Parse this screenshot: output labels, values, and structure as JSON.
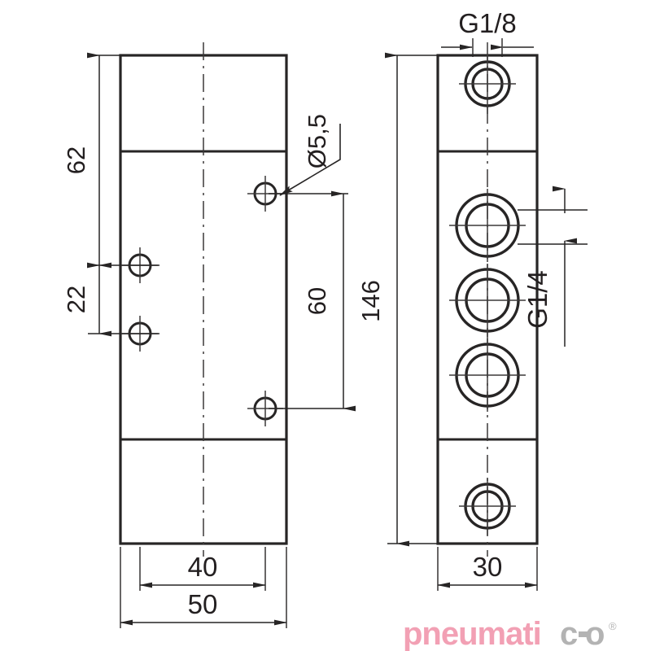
{
  "drawing": {
    "type": "engineering-orthographic-drawing",
    "subject": "pneumatic valve body",
    "views": [
      {
        "name": "front-view",
        "position": "left"
      },
      {
        "name": "side-view",
        "position": "right"
      }
    ],
    "line_color": "#272525",
    "background_color": "#ffffff"
  },
  "dimensions": {
    "front_view": {
      "height_top_segment": "62",
      "hole_spacing_vertical": "22",
      "hole_diameter": "Ø5,5",
      "hole_vertical_span": "60",
      "inner_width": "40",
      "overall_width": "50"
    },
    "side_view": {
      "overall_height": "146",
      "overall_width": "30",
      "top_port_thread": "G1/8",
      "main_port_thread": "G1/4"
    }
  },
  "labels": [
    {
      "id": "dim-62",
      "text": "62",
      "orientation": "vertical"
    },
    {
      "id": "dim-22",
      "text": "22",
      "orientation": "vertical"
    },
    {
      "id": "dim-d55",
      "text": "Ø5,5",
      "orientation": "vertical"
    },
    {
      "id": "dim-60",
      "text": "60",
      "orientation": "vertical"
    },
    {
      "id": "dim-146",
      "text": "146",
      "orientation": "vertical"
    },
    {
      "id": "dim-40",
      "text": "40",
      "orientation": "horizontal"
    },
    {
      "id": "dim-50",
      "text": "50",
      "orientation": "horizontal"
    },
    {
      "id": "dim-30",
      "text": "30",
      "orientation": "horizontal"
    },
    {
      "id": "dim-g18",
      "text": "G1/8",
      "orientation": "horizontal"
    },
    {
      "id": "dim-g14",
      "text": "G1/4",
      "orientation": "vertical"
    }
  ],
  "logo": {
    "part_a": "pneumati",
    "part_b": "c",
    "part_c": "o",
    "trademark": "®",
    "color_primary": "#f2a0b4",
    "color_secondary": "#b3b3b3"
  }
}
